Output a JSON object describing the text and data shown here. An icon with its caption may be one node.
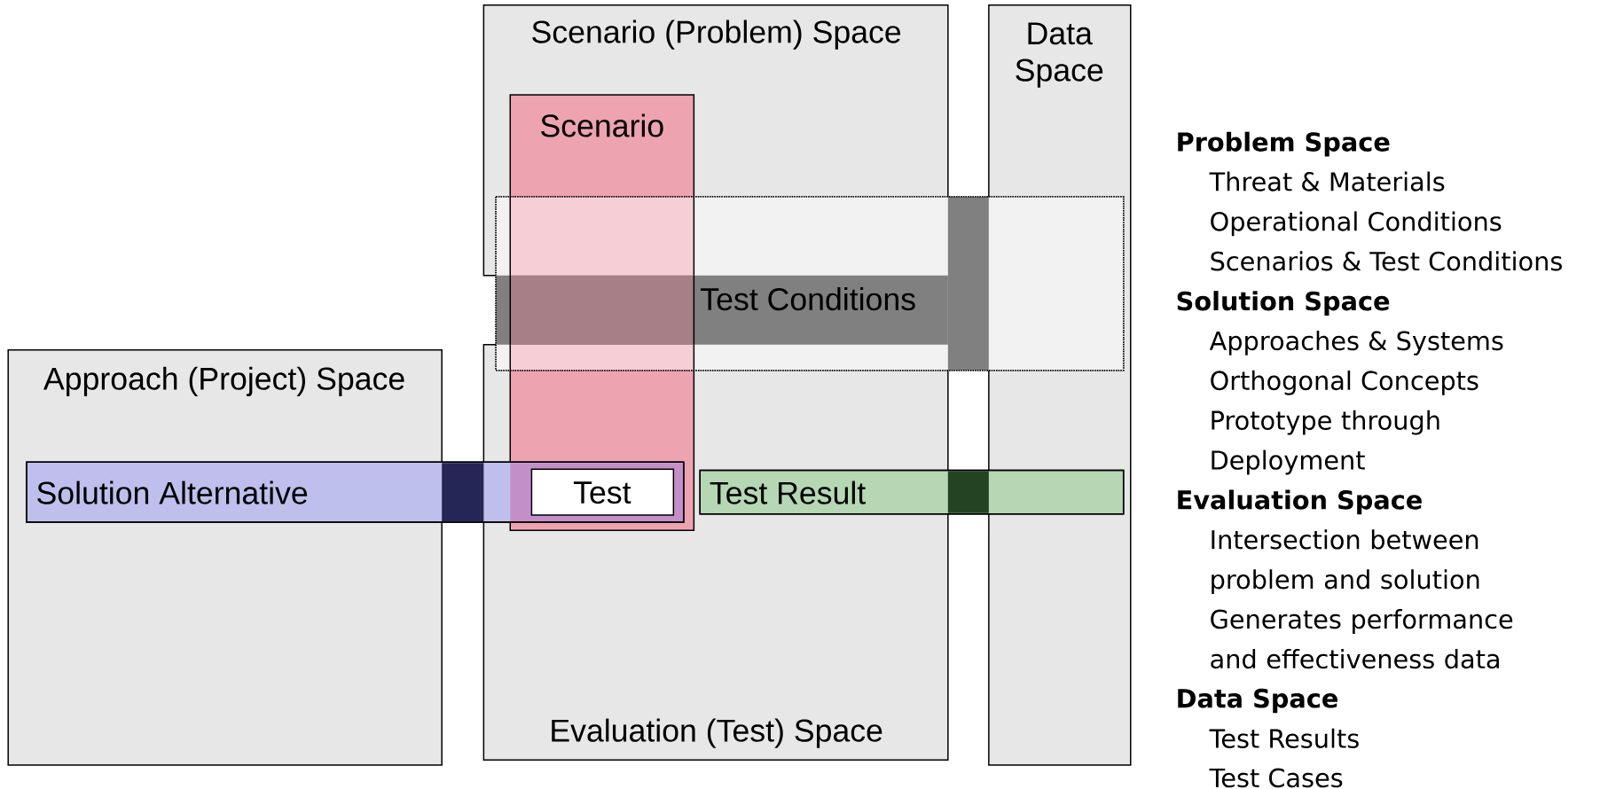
{
  "diagram": {
    "nodes": [
      {
        "text": [
          "Scenario (Problem) Space"
        ]
      },
      {
        "text": [
          "Data Space"
        ]
      },
      {
        "text": [
          "Scenario"
        ]
      },
      {
        "text": [
          "Test Conditions"
        ]
      },
      {
        "text": [
          "Approach (Project) Space"
        ]
      },
      {
        "text": [
          "Solution Alternative"
        ]
      },
      {
        "text": [
          "Test"
        ]
      },
      {
        "text": [
          "Test Result"
        ]
      },
      {
        "text": [
          "Evaluation (Test) Space"
        ]
      }
    ],
    "labels": [
      "Problem Space",
      "Threat & Materials",
      "Operational Conditions",
      "Scenarios & Test Conditions",
      "Solution Space",
      "Approaches & Systems",
      "Orthogonal Concepts",
      "Prototype through Deployment",
      "Evaluation Space",
      "Intersection between problem and solution",
      "Generates performance and effectiveness data",
      "Data Space",
      "Test Results",
      "Test Cases"
    ]
  }
}
